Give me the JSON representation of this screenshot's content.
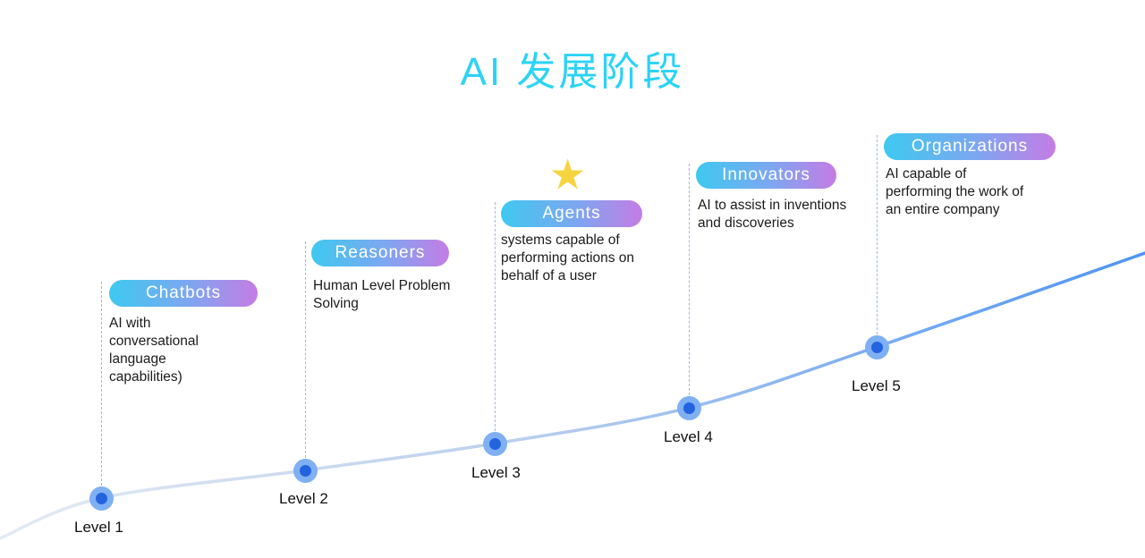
{
  "title": "AI 发展阶段",
  "star_icon": "★",
  "colors": {
    "title": "#2BD3F6",
    "pill_gradient_start": "#3EC9F0",
    "pill_gradient_end": "#C47CE4",
    "pill_text": "#FFFFFF",
    "dot_outer": "#7FB0F2",
    "dot_inner": "#2463DE",
    "curve_left": "#E4EAF4",
    "curve_right": "#4D94F6",
    "star": "#F6D43F",
    "dashed_line": "#9FB9DC"
  },
  "stages": [
    {
      "level_label": "Level 1",
      "name": "Chatbots",
      "description": "AI with\nconversational\nlanguage\ncapabilities)"
    },
    {
      "level_label": "Level 2",
      "name": "Reasoners",
      "description": "Human Level Problem\nSolving"
    },
    {
      "level_label": "Level 3",
      "name": "Agents",
      "description": "systems capable of\nperforming actions on\nbehalf of a user",
      "has_star": true
    },
    {
      "level_label": "Level 4",
      "name": "Innovators",
      "description": "AI to assist in inventions\nand discoveries"
    },
    {
      "level_label": "Level 5",
      "name": "Organizations",
      "description": "AI capable of\nperforming the work of\nan entire company"
    }
  ]
}
